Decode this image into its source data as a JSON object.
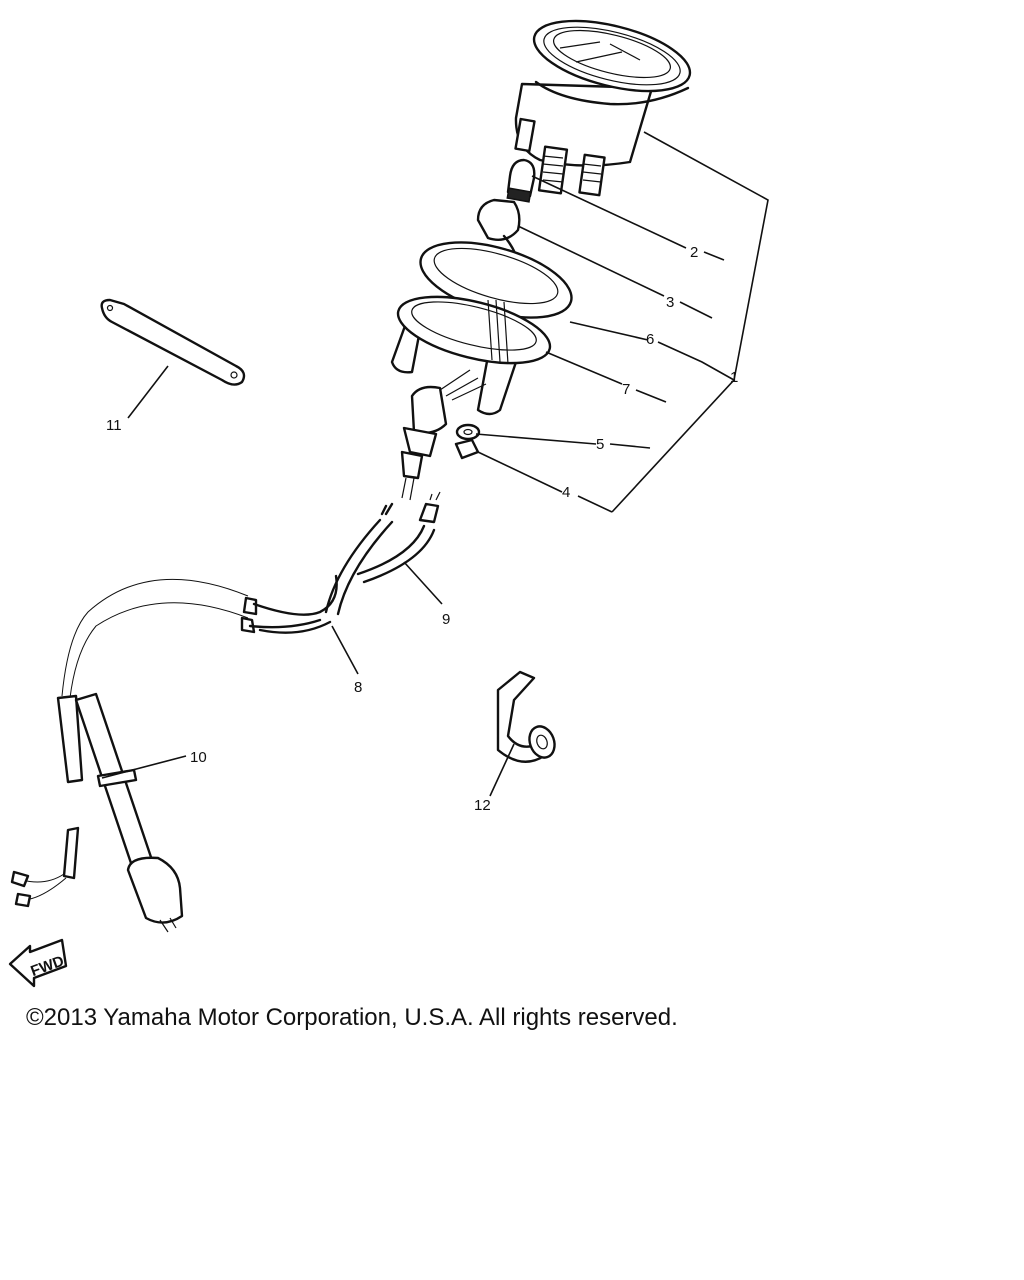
{
  "diagram": {
    "callouts": [
      {
        "id": "1",
        "label": "1"
      },
      {
        "id": "2",
        "label": "2"
      },
      {
        "id": "3",
        "label": "3"
      },
      {
        "id": "4",
        "label": "4"
      },
      {
        "id": "5",
        "label": "5"
      },
      {
        "id": "6",
        "label": "6"
      },
      {
        "id": "7",
        "label": "7"
      },
      {
        "id": "8",
        "label": "8"
      },
      {
        "id": "9",
        "label": "9"
      },
      {
        "id": "10",
        "label": "10"
      },
      {
        "id": "11",
        "label": "11"
      },
      {
        "id": "12",
        "label": "12"
      }
    ],
    "fwd_label": "FWD"
  },
  "footer": {
    "copyright": "©2013 Yamaha Motor Corporation, U.S.A. All rights reserved."
  }
}
